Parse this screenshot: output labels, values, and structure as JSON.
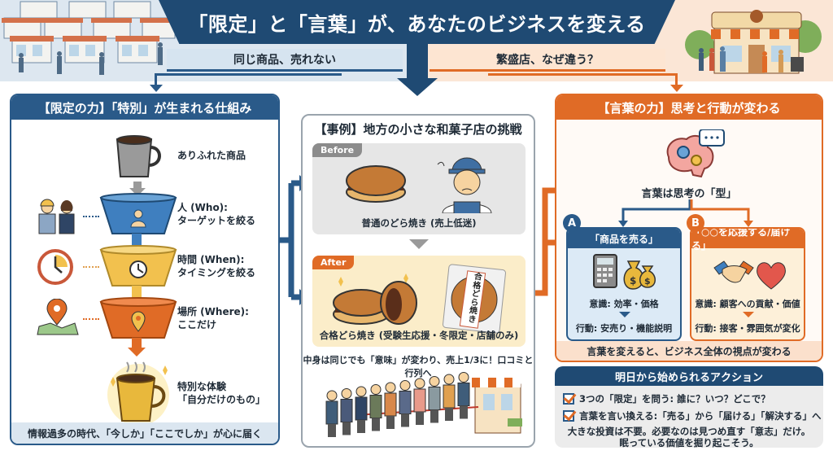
{
  "title": "「限定」と「言葉」が、あなたのビジネスを変える",
  "sub_banners": {
    "left": "同じ商品、売れない",
    "right": "繁盛店、なぜ違う？"
  },
  "colors": {
    "navy": "#1f4a73",
    "blue": "#2a5a89",
    "orange": "#e06b26",
    "yellow": "#f2c14e"
  },
  "left_panel": {
    "heading": "【限定の力】「特別」が生まれる仕組み",
    "steps": [
      {
        "label": "ありふれた商品",
        "icon": "plain-mug-icon"
      },
      {
        "label": "人 (Who):\nターゲットを絞る",
        "icon": "person-icon",
        "side_icon": "people-icon"
      },
      {
        "label": "時間 (When):\nタイミングを絞る",
        "icon": "clock-icon",
        "side_icon": "clock-icon"
      },
      {
        "label": "場所 (Where):\nここだけ",
        "icon": "location-pin-icon",
        "side_icon": "map-pin-icon"
      },
      {
        "label": "特別な体験\n「自分だけのもの」",
        "icon": "golden-mug-icon"
      }
    ],
    "footer": "情報過多の時代、「今しか」「ここでしか」が心に届く"
  },
  "middle_panel": {
    "heading": "【事例】地方の小さな和菓子店の挑戦",
    "before": {
      "tag": "Before",
      "caption": "普通のどら焼き (売上低迷)"
    },
    "after": {
      "tag": "After",
      "caption": "合格どら焼き (受験生応援・冬限定・店舗のみ)",
      "package_label": "合格どら焼き"
    },
    "result": "中身は同じでも「意味」が変わり、売上1/3に！口コミと行列へ"
  },
  "right_panel": {
    "heading": "【言葉の力】思考と行動が変わる",
    "brain_caption": "言葉は思考の「型」",
    "options": [
      {
        "badge": "A",
        "title": "「商品を売る」",
        "awareness": "意識: 効率・価格",
        "action": "行動: 安売り・機能説明"
      },
      {
        "badge": "B",
        "title": "「○○を応援する/届ける」",
        "awareness": "意識: 顧客への貢献・価値",
        "action": "行動: 接客・雰囲気が変化"
      }
    ],
    "footer": "言葉を変えると、ビジネス全体の視点が変わる"
  },
  "action_panel": {
    "heading": "明日から始められるアクション",
    "items": [
      "3つの「限定」を問う: 誰に？いつ？どこで？",
      "言葉を言い換える:「売る」から「届ける」「解決する」へ"
    ],
    "note_line1": "大きな投資は不要。必要なのは見つめ直す「意志」だけ。",
    "note_line2": "眠っている価値を掘り起こそう。"
  }
}
